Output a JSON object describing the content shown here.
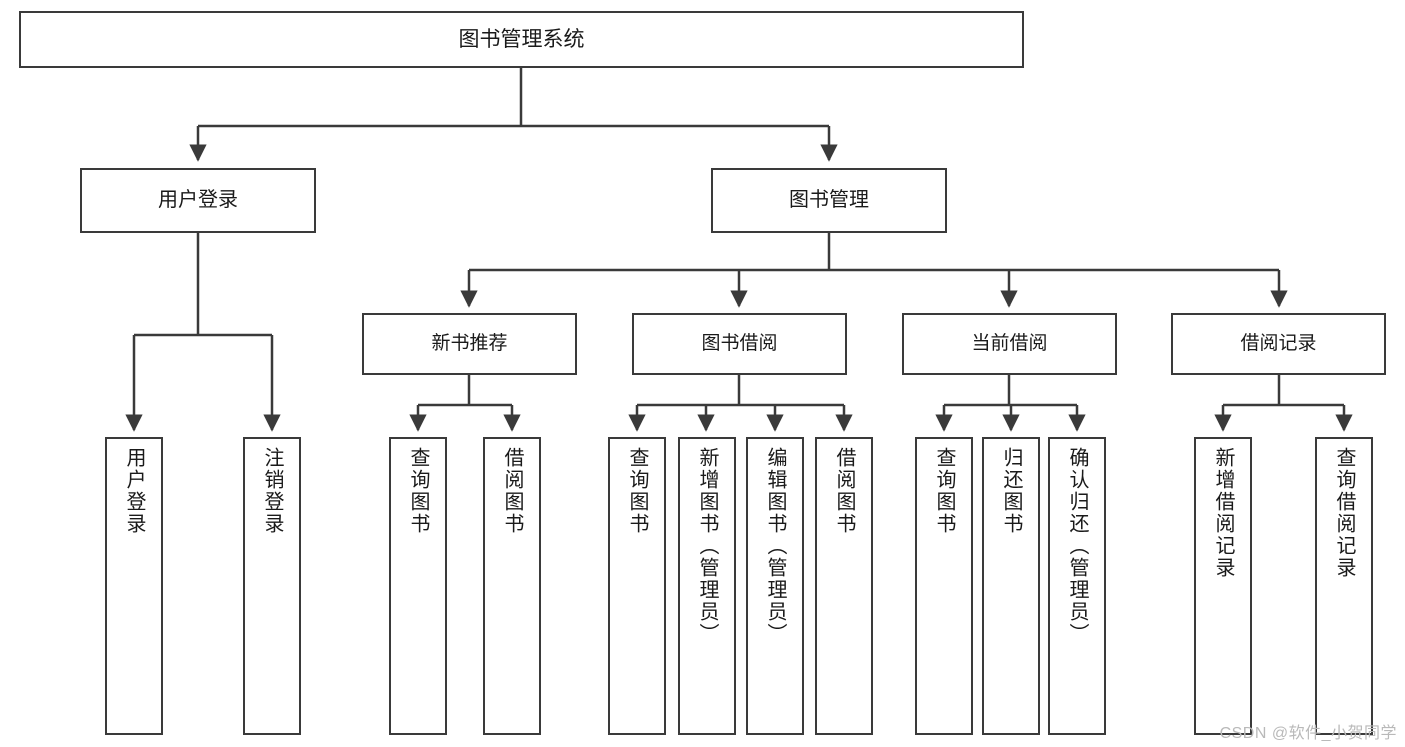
{
  "diagram": {
    "title_label": "图书管理系统",
    "watermark": "CSDN @软件_小贺同学",
    "colors": {
      "stroke": "#3a3a3a",
      "fill": "#ffffff",
      "text": "#1a1a1a",
      "watermark": "#b9b9b9"
    },
    "root": {
      "label": "图书管理系统"
    },
    "level1": [
      {
        "label": "用户登录"
      },
      {
        "label": "图书管理"
      }
    ],
    "level2": [
      {
        "label": "新书推荐"
      },
      {
        "label": "图书借阅"
      },
      {
        "label": "当前借阅"
      },
      {
        "label": "借阅记录"
      }
    ],
    "leaves_user_login": [
      {
        "label": "用户登录"
      },
      {
        "label": "注销登录"
      }
    ],
    "leaves_new_books": [
      {
        "label": "查询图书"
      },
      {
        "label": "借阅图书"
      }
    ],
    "leaves_borrow": [
      {
        "label": "查询图书"
      },
      {
        "label": "新增图书（管理员）"
      },
      {
        "label": "编辑图书（管理员）"
      },
      {
        "label": "借阅图书"
      }
    ],
    "leaves_current": [
      {
        "label": "查询图书"
      },
      {
        "label": "归还图书"
      },
      {
        "label": "确认归还（管理员）"
      }
    ],
    "leaves_records": [
      {
        "label": "新增借阅记录"
      },
      {
        "label": "查询借阅记录"
      }
    ]
  }
}
